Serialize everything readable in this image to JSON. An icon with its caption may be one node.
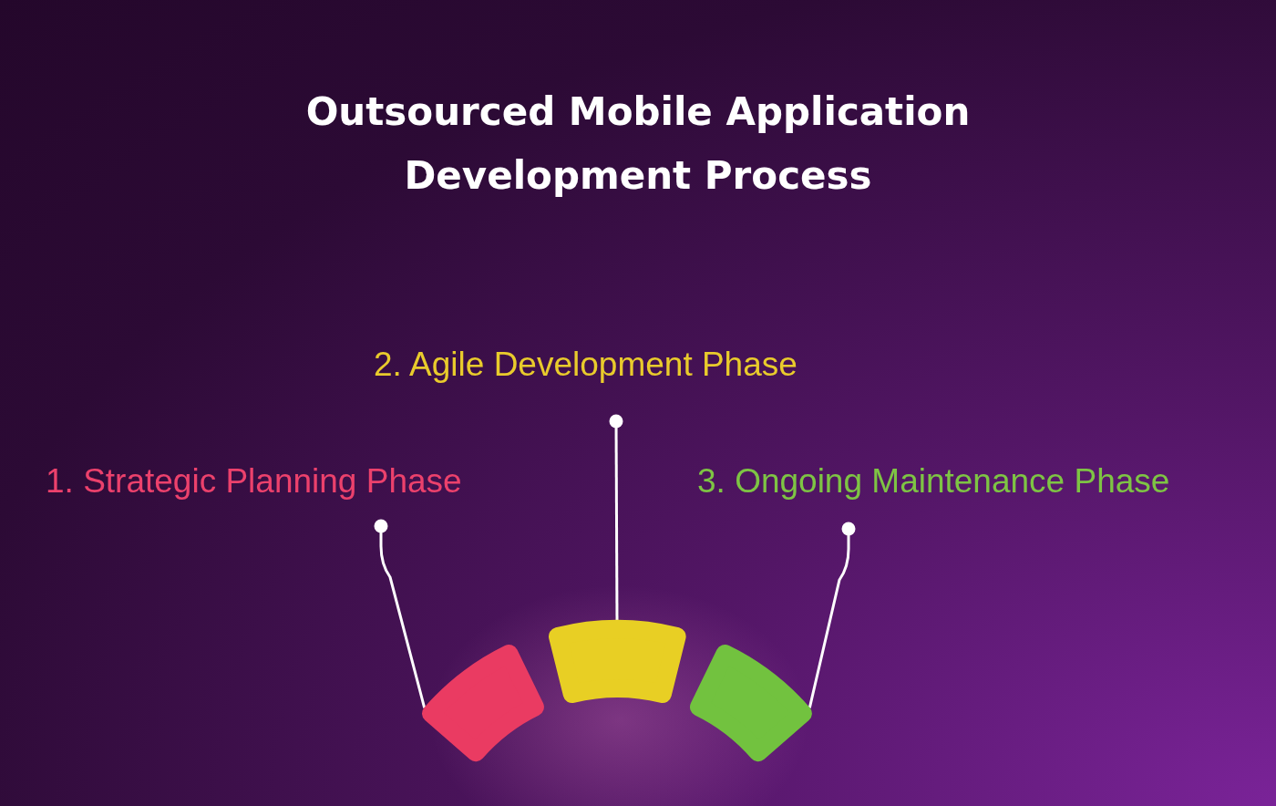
{
  "diagram": {
    "title": "Outsourced Mobile Application Development Process",
    "nodes": [
      {
        "text": [
          "1. Strategic Planning Phase"
        ]
      },
      {
        "text": [
          "2. Agile Development Phase"
        ]
      },
      {
        "text": [
          "3. Ongoing Maintenance Phase"
        ]
      },
      {
        "text": [],
        "shape": "box"
      },
      {
        "text": [],
        "shape": "box"
      },
      {
        "text": [],
        "shape": "box"
      }
    ],
    "edges": [
      {
        "from": 0,
        "to": 3,
        "arrow": "other"
      },
      {
        "from": 1,
        "to": 4,
        "arrow": "other"
      },
      {
        "from": 2,
        "to": 5,
        "arrow": "other"
      }
    ]
  }
}
